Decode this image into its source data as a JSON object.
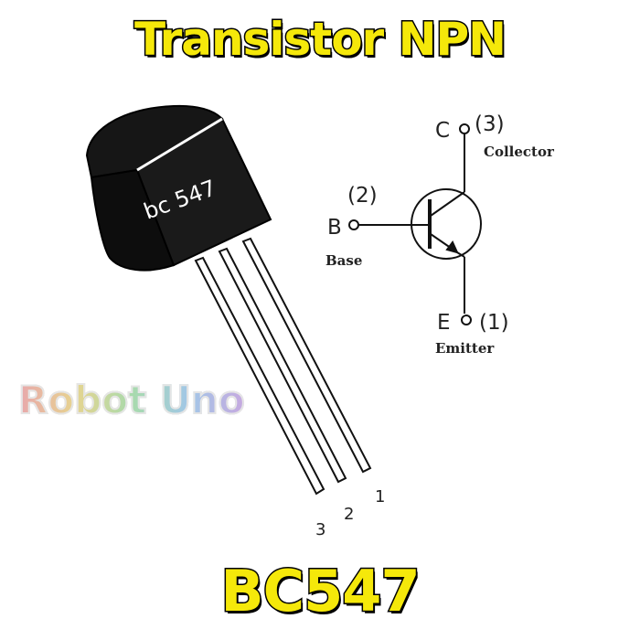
{
  "title": "Transistor NPN",
  "part_number": "BC547",
  "package_label": "bc 547",
  "watermark": "Robot Uno",
  "leg_numbers": [
    "3",
    "2",
    "1"
  ],
  "symbol": {
    "collector": {
      "letter": "C",
      "number": "(3)",
      "name": "Collector"
    },
    "base": {
      "letter": "B",
      "number": "(2)",
      "name": "Base"
    },
    "emitter": {
      "letter": "E",
      "number": "(1)",
      "name": "Emitter"
    }
  },
  "colors": {
    "title_fill": "#f5e80a",
    "title_outline": "#000000",
    "package": "#111111"
  }
}
